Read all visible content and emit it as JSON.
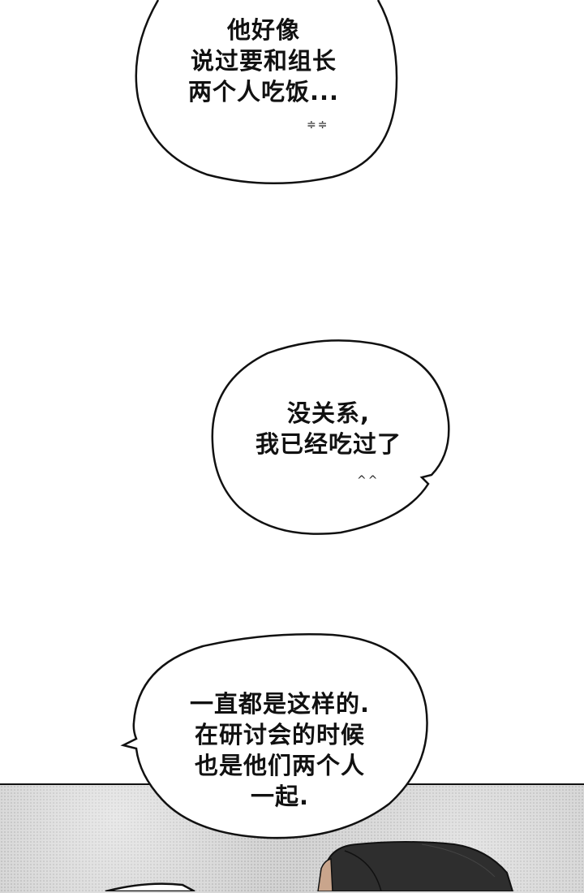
{
  "comic": {
    "bubbles": [
      {
        "lines": [
          "他好像",
          "说过要和组长",
          "两个人吃饭..."
        ],
        "sfx": "≑≑"
      },
      {
        "lines": [
          "没关系,",
          "我已经吃过了"
        ],
        "sfx": "^^"
      },
      {
        "lines": [
          "一直都是这样的.",
          "在研讨会的时候",
          "也是他们两个人",
          "一起."
        ]
      }
    ],
    "colors": {
      "ink": "#111111",
      "paper": "#ffffff",
      "screentone": "#cfcfcf",
      "hair": "#2e2e2e",
      "skin": "#c9a58c"
    }
  }
}
